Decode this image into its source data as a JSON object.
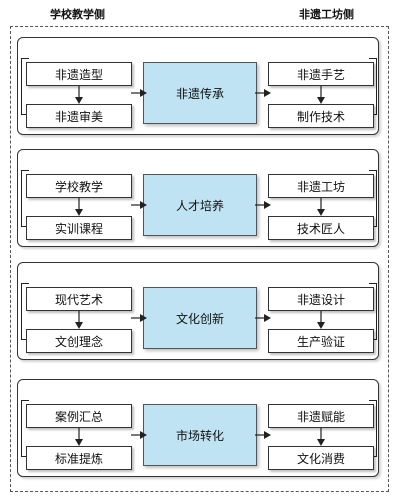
{
  "headers": {
    "left": "学校教学侧",
    "right": "非遗工坊侧"
  },
  "rows": [
    {
      "left_top": "非遗造型",
      "left_bottom": "非遗审美",
      "center": "非遗传承",
      "right_top": "非遗手艺",
      "right_bottom": "制作技术"
    },
    {
      "left_top": "学校教学",
      "left_bottom": "实训课程",
      "center": "人才培养",
      "right_top": "非遗工坊",
      "right_bottom": "技术匠人"
    },
    {
      "left_top": "现代艺术",
      "left_bottom": "文创理念",
      "center": "文化创新",
      "right_top": "非遗设计",
      "right_bottom": "生产验证"
    },
    {
      "left_top": "案例汇总",
      "left_bottom": "标准提炼",
      "center": "市场转化",
      "right_top": "非遗赋能",
      "right_bottom": "文化消费"
    }
  ],
  "colors": {
    "center_fill": "#bfe3f2",
    "border": "#333333"
  }
}
